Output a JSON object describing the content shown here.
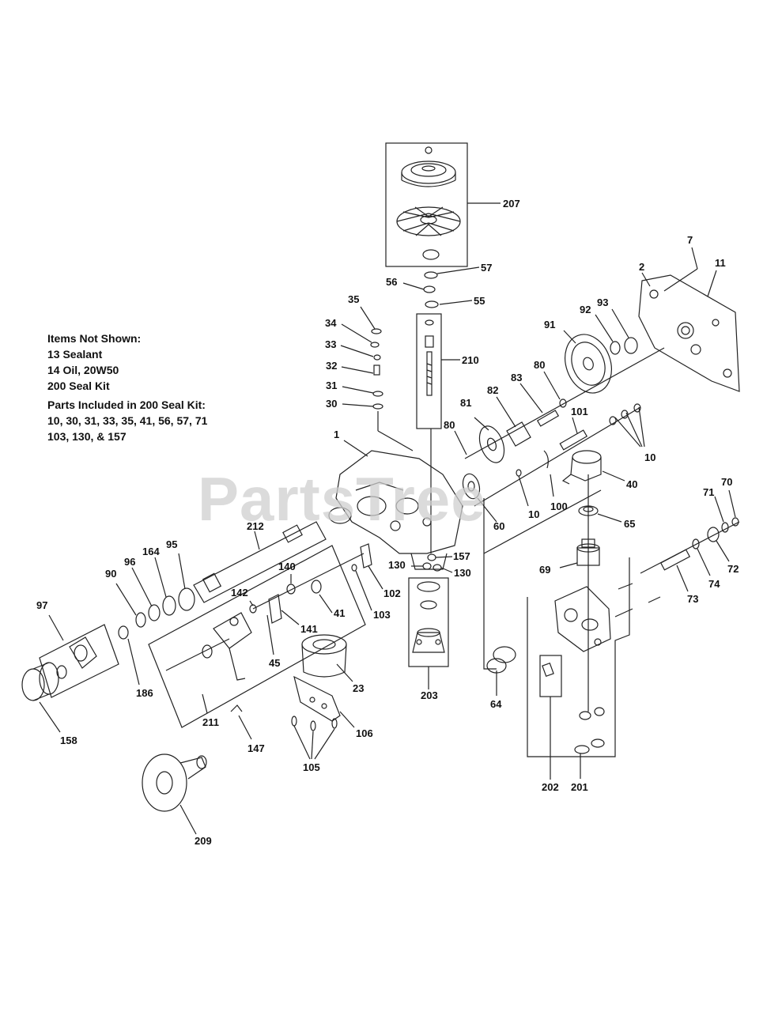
{
  "notes": {
    "heading": "Items Not Shown:",
    "items": [
      "13 Sealant",
      "14 Oil, 20W50",
      "200 Seal Kit"
    ],
    "seal_kit_heading": "Parts Included in 200 Seal Kit:",
    "seal_kit_lines": [
      "10, 30, 31, 33, 35, 41, 56, 57, 71",
      "103, 130, & 157"
    ]
  },
  "watermark": "PartsTree",
  "callouts": {
    "c207": "207",
    "c57": "57",
    "c56": "56",
    "c55": "55",
    "c210": "210",
    "c35": "35",
    "c34": "34",
    "c33": "33",
    "c32": "32",
    "c31": "31",
    "c30": "30",
    "c7": "7",
    "c11": "11",
    "c2": "2",
    "c93": "93",
    "c92": "92",
    "c91": "91",
    "c80a": "80",
    "c83": "83",
    "c82": "82",
    "c81": "81",
    "c80b": "80",
    "c101": "101",
    "c10a": "10",
    "c10b": "10",
    "c40": "40",
    "c100": "100",
    "c60": "60",
    "c65": "65",
    "c1": "1",
    "c212": "212",
    "c95": "95",
    "c164": "164",
    "c96": "96",
    "c90": "90",
    "c97": "97",
    "c140": "140",
    "c142": "142",
    "c141": "141",
    "c45": "45",
    "c41": "41",
    "c103": "103",
    "c102": "102",
    "c157": "157",
    "c130a": "130",
    "c130b": "130",
    "c203": "203",
    "c23": "23",
    "c106": "106",
    "c105": "105",
    "c69": "69",
    "c71": "71",
    "c70": "70",
    "c72": "72",
    "c74": "74",
    "c73": "73",
    "c64": "64",
    "c202": "202",
    "c201": "201",
    "c186": "186",
    "c158": "158",
    "c211": "211",
    "c147": "147",
    "c209": "209"
  }
}
